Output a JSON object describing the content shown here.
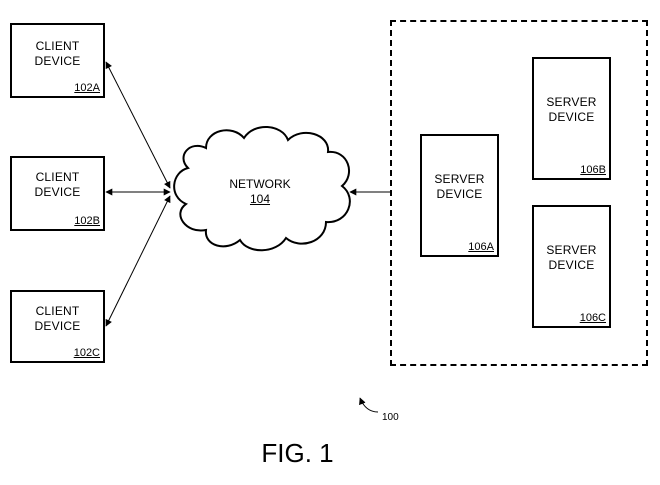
{
  "clients": [
    {
      "line1": "CLIENT",
      "line2": "DEVICE",
      "ref": "102A"
    },
    {
      "line1": "CLIENT",
      "line2": "DEVICE",
      "ref": "102B"
    },
    {
      "line1": "CLIENT",
      "line2": "DEVICE",
      "ref": "102C"
    }
  ],
  "network": {
    "label": "NETWORK",
    "ref": "104"
  },
  "servers": [
    {
      "line1": "SERVER",
      "line2": "DEVICE",
      "ref": "106A"
    },
    {
      "line1": "SERVER",
      "line2": "DEVICE",
      "ref": "106B"
    },
    {
      "line1": "SERVER",
      "line2": "DEVICE",
      "ref": "106C"
    }
  ],
  "system_ref": "100",
  "figure_caption": "FIG. 1"
}
